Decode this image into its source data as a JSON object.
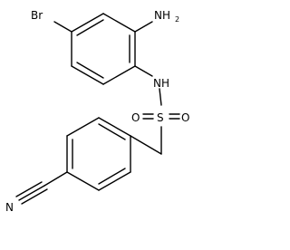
{
  "molecule": {
    "atoms": {
      "br": "Br",
      "amine": "NH",
      "amine_sub": "2",
      "sulfonamide_nh": "NH",
      "sulfur": "S",
      "oxygen_left": "O",
      "oxygen_right": "O",
      "nitrile_n": "N"
    }
  }
}
